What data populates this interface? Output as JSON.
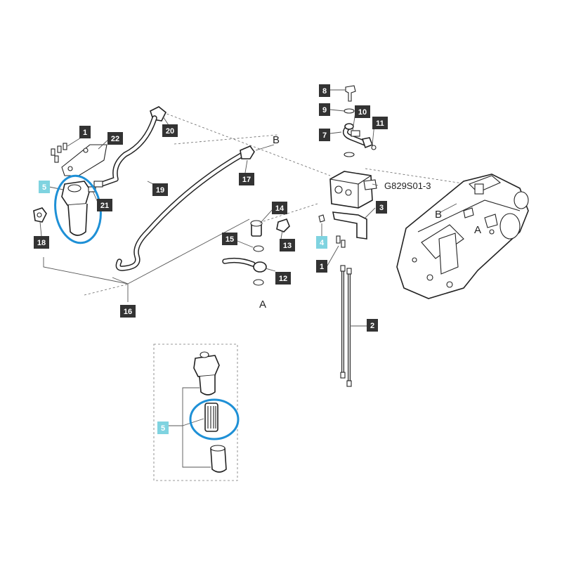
{
  "diagram": {
    "callouts": [
      {
        "id": "c1a",
        "label": "1"
      },
      {
        "id": "c22",
        "label": "22"
      },
      {
        "id": "c5a",
        "label": "5",
        "highlight": true
      },
      {
        "id": "c21",
        "label": "21"
      },
      {
        "id": "c20",
        "label": "20"
      },
      {
        "id": "c19",
        "label": "19"
      },
      {
        "id": "c18",
        "label": "18"
      },
      {
        "id": "c16",
        "label": "16"
      },
      {
        "id": "c17",
        "label": "17"
      },
      {
        "id": "c14",
        "label": "14"
      },
      {
        "id": "c15",
        "label": "15"
      },
      {
        "id": "c13",
        "label": "13"
      },
      {
        "id": "c12",
        "label": "12"
      },
      {
        "id": "c8",
        "label": "8"
      },
      {
        "id": "c9",
        "label": "9"
      },
      {
        "id": "c10",
        "label": "10"
      },
      {
        "id": "c7",
        "label": "7"
      },
      {
        "id": "c11",
        "label": "11"
      },
      {
        "id": "c3",
        "label": "3"
      },
      {
        "id": "c4",
        "label": "4",
        "highlight": true
      },
      {
        "id": "c1b",
        "label": "1"
      },
      {
        "id": "c2",
        "label": "2"
      },
      {
        "id": "c5b",
        "label": "5",
        "highlight": true
      }
    ],
    "letters": [
      {
        "id": "lB1",
        "text": "B"
      },
      {
        "id": "lA1",
        "text": "A"
      },
      {
        "id": "lB2",
        "text": "B"
      },
      {
        "id": "lA2",
        "text": "A"
      }
    ],
    "part_code": "G829S01-3",
    "highlight_color": "#1e90d6",
    "callout_color": "#333333",
    "callout_highlight_color": "#7fd3e0"
  }
}
